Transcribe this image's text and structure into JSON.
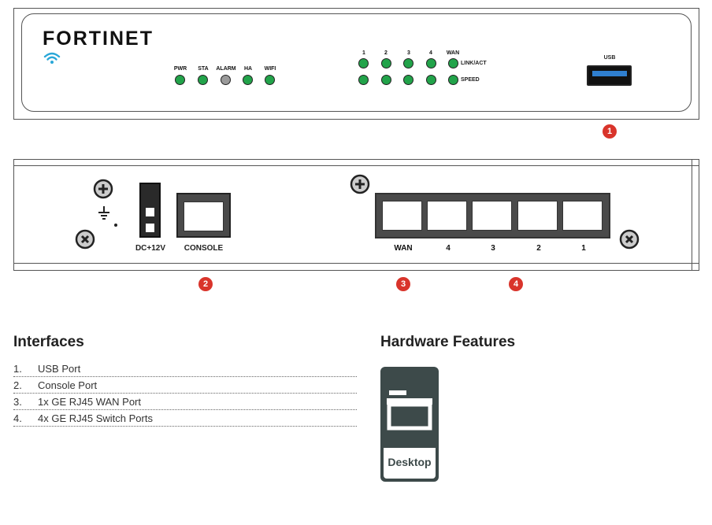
{
  "front_panel": {
    "logo": "FORTINET",
    "status_leds": [
      {
        "label": "PWR",
        "state": "green"
      },
      {
        "label": "STA",
        "state": "green"
      },
      {
        "label": "ALARM",
        "state": "grey"
      },
      {
        "label": "HA",
        "state": "green"
      },
      {
        "label": "WIFI",
        "state": "green"
      }
    ],
    "port_led_labels": [
      "1",
      "2",
      "3",
      "4",
      "WAN"
    ],
    "row_labels": {
      "link": "LINK/ACT",
      "speed": "SPEED"
    },
    "usb_label": "USB"
  },
  "back_panel": {
    "power_label": "DC+12V",
    "console_label": "CONSOLE",
    "port_labels": [
      "WAN",
      "4",
      "3",
      "2",
      "1"
    ]
  },
  "callouts": [
    "1",
    "2",
    "3",
    "4"
  ],
  "interfaces": {
    "heading": "Interfaces",
    "items": [
      {
        "num": "1.",
        "text": "USB Port"
      },
      {
        "num": "2.",
        "text": "Console Port"
      },
      {
        "num": "3.",
        "text": "1x GE RJ45 WAN Port"
      },
      {
        "num": "4.",
        "text": "4x GE RJ45 Switch Ports"
      }
    ]
  },
  "hardware": {
    "heading": "Hardware Features",
    "card_label": "Desktop"
  },
  "colors": {
    "led_green": "#22a34a",
    "callout_red": "#d9342b",
    "usb_blue": "#2f7fd0",
    "card_bg": "#3d4a4a"
  }
}
